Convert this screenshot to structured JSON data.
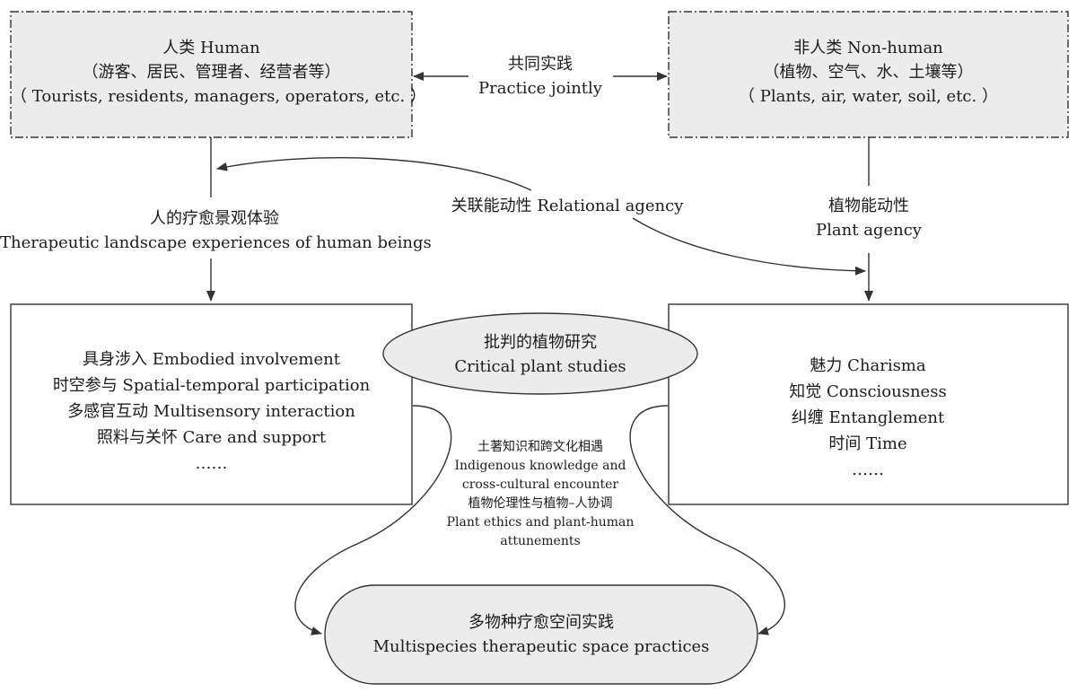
{
  "human_box": {
    "title": "人类 Human",
    "line2": "（游客、居民、管理者、经营者等）",
    "line3": "（ Tourists, residents, managers, operators, etc. ）"
  },
  "nonhuman_box": {
    "title": "非人类 Non-human",
    "line2": "（植物、空气、水、土壤等）",
    "line3": "（ Plants, air, water, soil, etc. ）"
  },
  "practice_jointly": {
    "zh": "共同实践",
    "en": "Practice jointly"
  },
  "relational_agency": "关联能动性 Relational agency",
  "therapeutic_experience": {
    "zh": "人的疗愈景观体验",
    "en": "Therapeutic landscape experiences of human beings"
  },
  "plant_agency": {
    "zh": "植物能动性",
    "en": "Plant agency"
  },
  "critical_plant_studies": {
    "zh": "批判的植物研究",
    "en": "Critical plant studies"
  },
  "human_list": [
    "具身涉入 Embodied involvement",
    "时空参与 Spatial-temporal participation",
    "多感官互动 Multisensory interaction",
    "照料与关怀 Care and support",
    "……"
  ],
  "plant_list": [
    "魅力 Charisma",
    "知觉 Consciousness",
    "纠缠 Entanglement",
    "时间 Time",
    "……"
  ],
  "middle_notes": [
    "土著知识和跨文化相遇",
    "Indigenous knowledge and",
    "cross-cultural encounter",
    "植物伦理性与植物–人协调",
    "Plant ethics and plant-human",
    "attunements"
  ],
  "multispecies": {
    "zh": "多物种疗愈空间实践",
    "en": "Multispecies therapeutic space practices"
  },
  "colors": {
    "box_fill": "#ececec",
    "stroke": "#333333",
    "text": "#1c1c1c"
  }
}
